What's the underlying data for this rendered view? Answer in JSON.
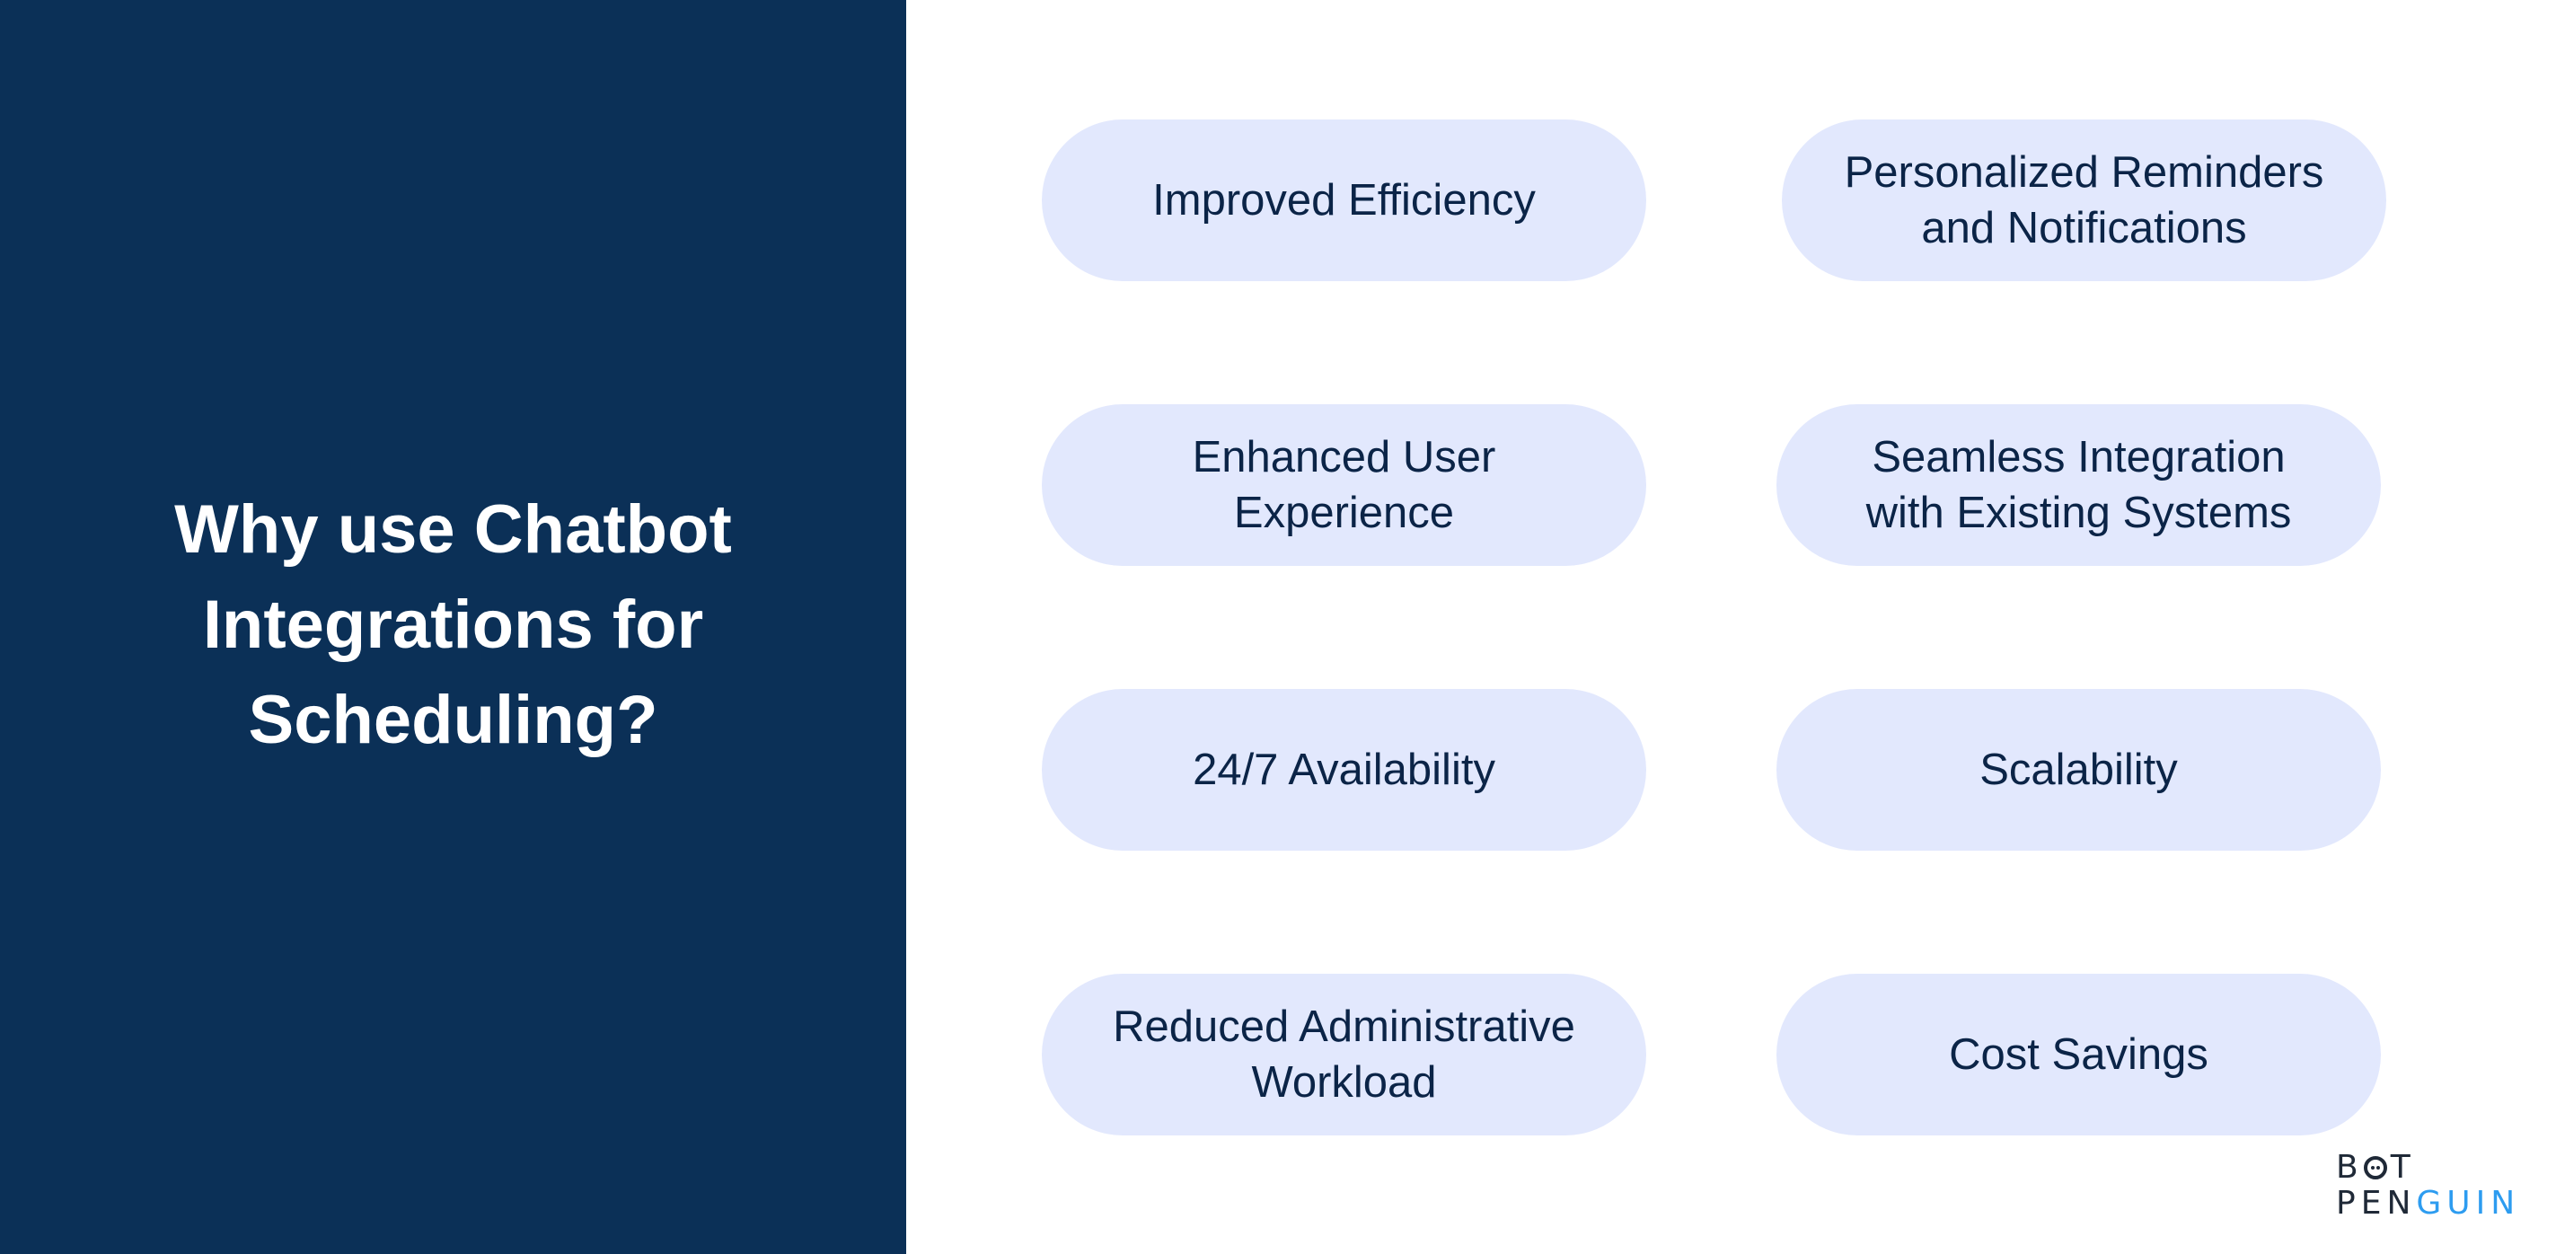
{
  "left_panel": {
    "title": "Why use Chatbot Integrations for Scheduling?"
  },
  "benefits": [
    "Improved Efficiency",
    "Personalized Reminders\nand Notifications",
    "Enhanced User\nExperience",
    "Seamless Integration\nwith Existing Systems",
    "24/7 Availability",
    "Scalability",
    "Reduced Administrative\nWorkload",
    "Cost Savings"
  ],
  "logo": {
    "line1_start": "B",
    "line1_end": "T",
    "line2_start": "PEN",
    "line2_accent": "GUIN",
    "icon": "robot-face-icon"
  },
  "colors": {
    "panel_background": "#0b3057",
    "pill_background": "#e2e8fd",
    "pill_text": "#0b2447",
    "logo_accent": "#2d9cf0"
  }
}
